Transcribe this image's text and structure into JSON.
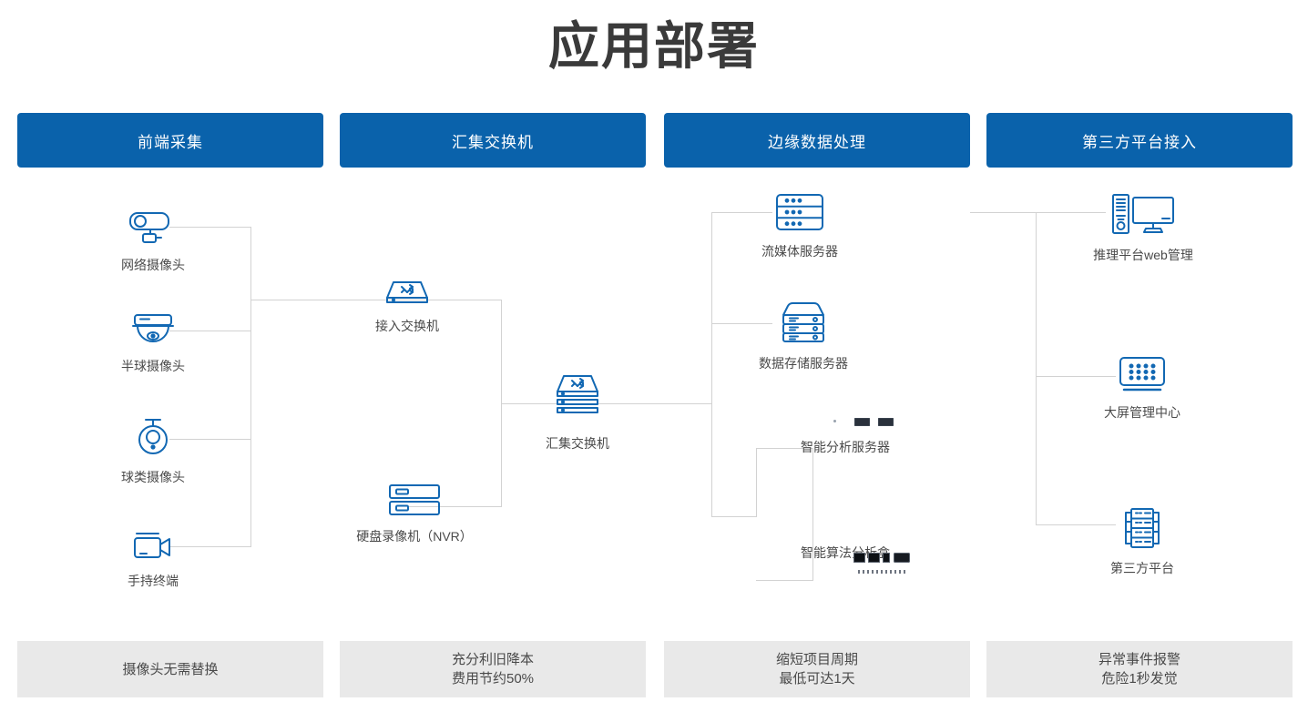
{
  "title": "应用部署",
  "colors": {
    "header_blue": "#0a62ab",
    "icon_blue": "#1268b3",
    "wire_gray": "#d2d2d2",
    "footer_gray": "#e9e9e9",
    "text_gray": "#4a4a4a"
  },
  "columns": [
    {
      "header": "前端采集",
      "footer": [
        "摄像头无需替换"
      ]
    },
    {
      "header": "汇集交换机",
      "footer": [
        "充分利旧降本",
        "费用节约50%"
      ]
    },
    {
      "header": "边缘数据处理",
      "footer": [
        "缩短项目周期",
        "最低可达1天"
      ]
    },
    {
      "header": "第三方平台接入",
      "footer": [
        "异常事件报警",
        "危险1秒发觉"
      ]
    }
  ],
  "nodes": {
    "bullet_camera": {
      "label": "网络摄像头",
      "icon": "bullet-camera-icon"
    },
    "dome_camera": {
      "label": "半球摄像头",
      "icon": "dome-camera-icon"
    },
    "ptz_camera": {
      "label": "球类摄像头",
      "icon": "ptz-camera-icon"
    },
    "handheld": {
      "label": "手持终端",
      "icon": "handheld-camcorder-icon"
    },
    "access_switch": {
      "label": "接入交换机",
      "icon": "network-switch-icon"
    },
    "nvr": {
      "label": "硬盘录像机（NVR）",
      "icon": "nvr-icon"
    },
    "agg_switch": {
      "label": "汇集交换机",
      "icon": "stacked-switch-icon"
    },
    "stream_server": {
      "label": "流媒体服务器",
      "icon": "rack-server-icon"
    },
    "storage_server": {
      "label": "数据存储服务器",
      "icon": "storage-server-icon"
    },
    "analysis_server": {
      "label": "智能分析服务器",
      "icon": "analysis-server-photo"
    },
    "analysis_box": {
      "label": "智能算法分析盒",
      "icon": "analysis-box-photo"
    },
    "web_console": {
      "label": "推理平台web管理",
      "icon": "desktop-computer-icon"
    },
    "video_wall": {
      "label": "大屏管理中心",
      "icon": "video-wall-icon"
    },
    "third_party": {
      "label": "第三方平台",
      "icon": "server-rack-icon"
    }
  }
}
